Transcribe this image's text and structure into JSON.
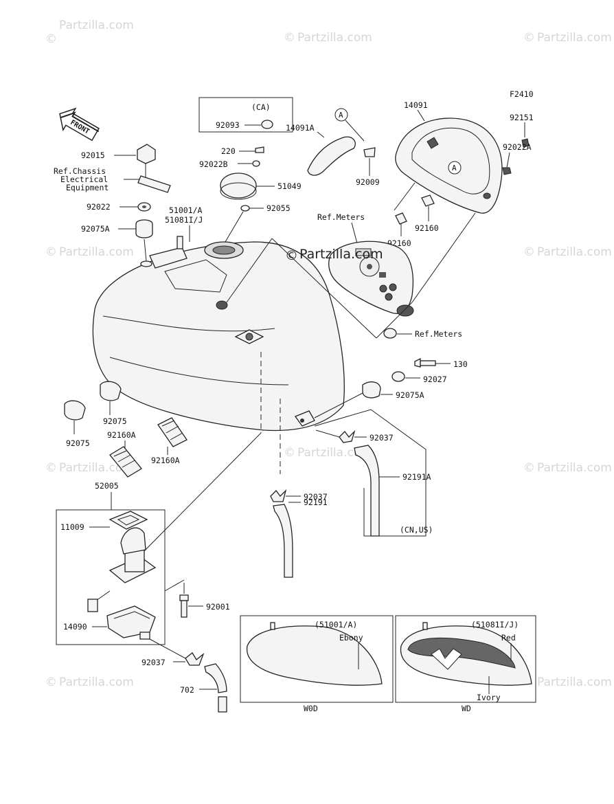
{
  "figure_code": "F2410",
  "watermark": "Partzilla.com",
  "watermark_main": "Partzilla.com",
  "front_label": "FRONT",
  "callout_a": "A",
  "labels": {
    "p92015": "92015",
    "ref_chassis_1": "Ref.Chassis",
    "ref_chassis_2": "Electrical",
    "ref_chassis_3": "Equipment",
    "p92022": "92022",
    "p92075A_left": "92075A",
    "p51001A": "51001/A",
    "p51081IJ": "51081I/J",
    "ca": "(CA)",
    "p92093": "92093",
    "p220": "220",
    "p92022B": "92022B",
    "p51049": "51049",
    "p92055": "92055",
    "p14091A": "14091A",
    "p92009": "92009",
    "p14091": "14091",
    "p92151": "92151",
    "p92022A": "92022A",
    "ref_meters_1": "Ref.Meters",
    "p92160_a": "92160",
    "p92160_b": "92160",
    "ref_meters_2": "Ref.Meters",
    "p130": "130",
    "p92027": "92027",
    "p92075A_right": "92075A",
    "p92075_a": "92075",
    "p92075_b": "92075",
    "p92160A_a": "92160A",
    "p92160A_b": "92160A",
    "p92037_right": "92037",
    "p92191A": "92191A",
    "cn_us": "(CN,US)",
    "p92037_mid": "92037",
    "p92191": "92191",
    "p52005": "52005",
    "p11009": "11009",
    "p92001": "92001",
    "p14090": "14090",
    "p92037_bottom": "92037",
    "p702": "702",
    "inset1_code": "(51001/A)",
    "inset1_color": "Ebony",
    "inset1_name": "W0D",
    "inset2_code": "(51081I/J)",
    "inset2_color1": "Red",
    "inset2_color2": "Ivory",
    "inset2_name": "WD"
  }
}
